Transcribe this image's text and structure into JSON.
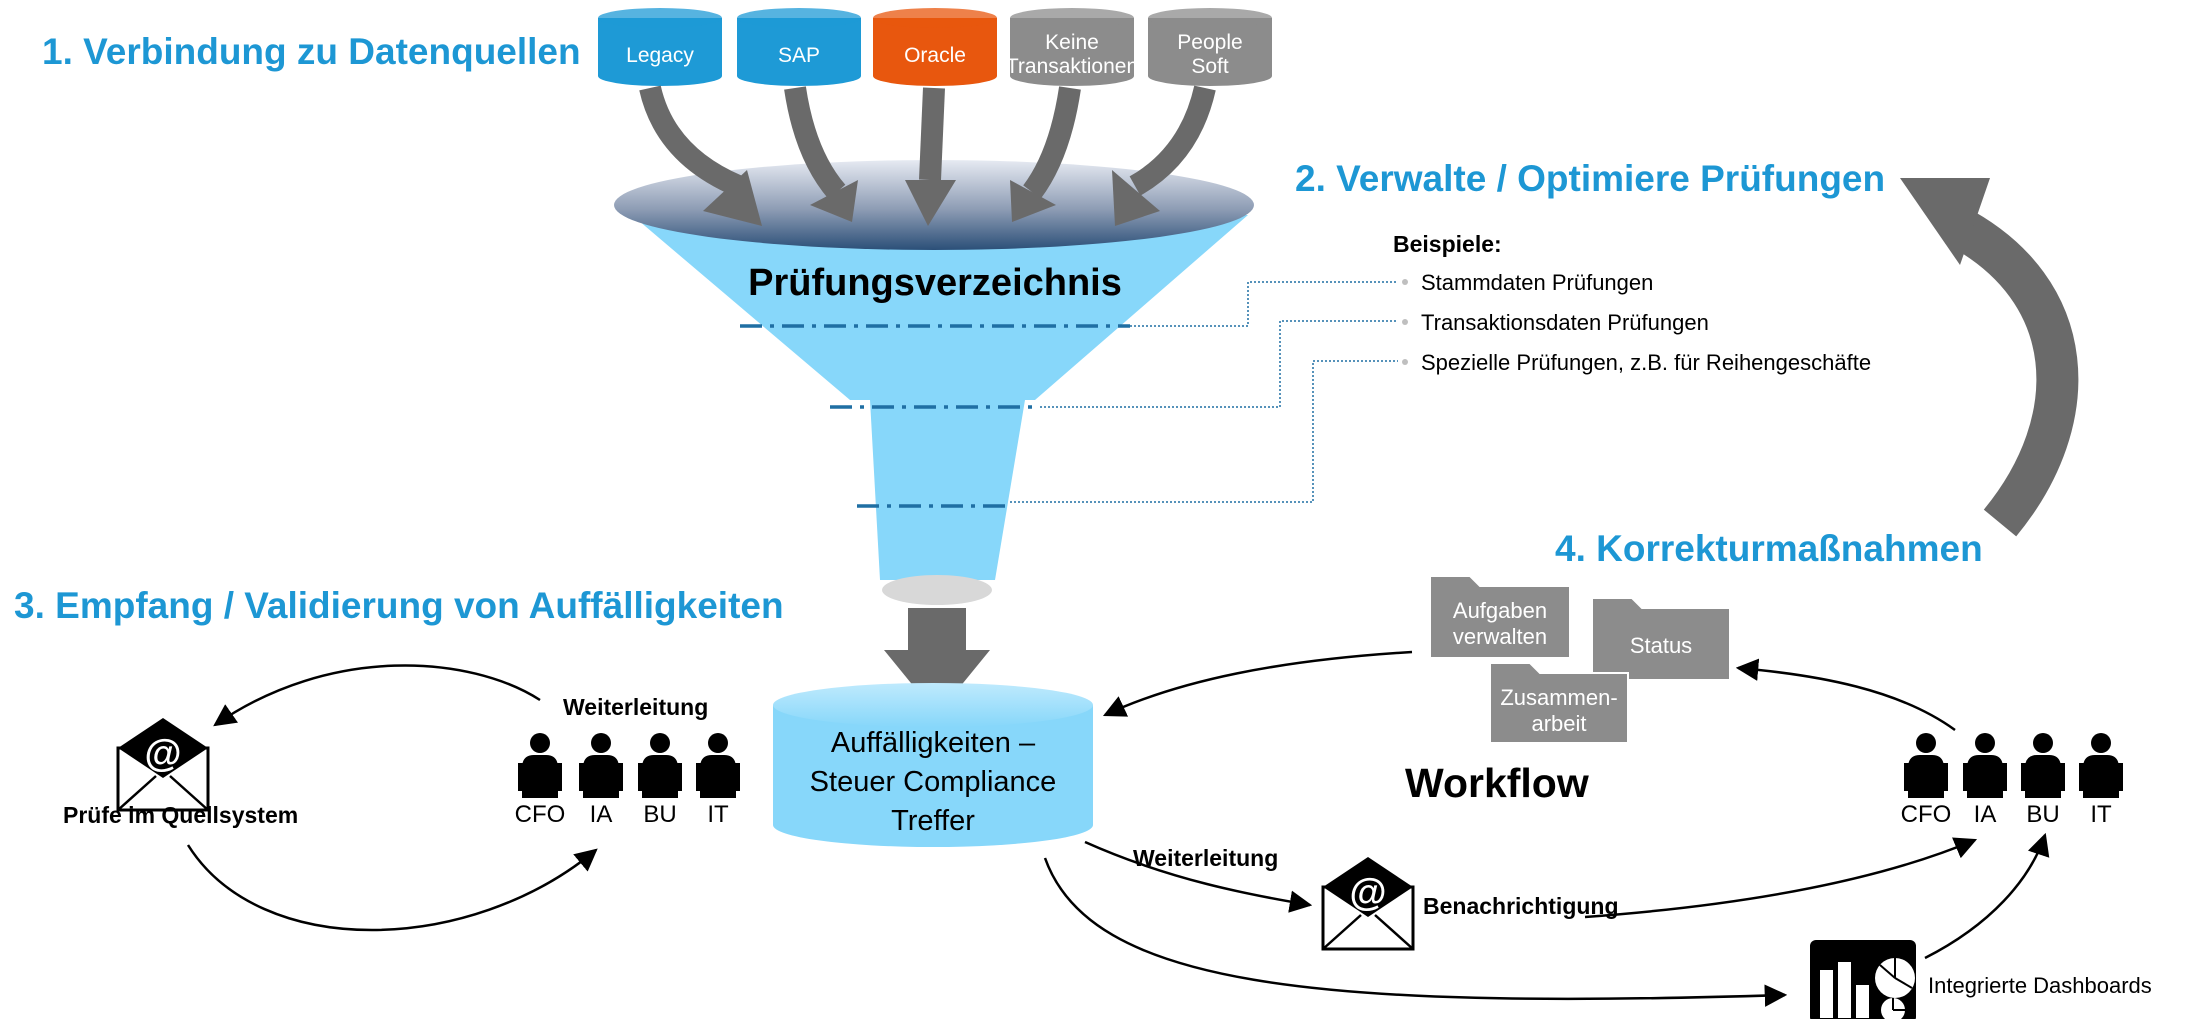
{
  "headings": {
    "step1": "1. Verbindung zu Datenquellen",
    "step2": "2. Verwalte / Optimiere Prüfungen",
    "step3": "3. Empfang / Validierung von Auffälligkeiten",
    "step4": "4. Korrekturmaßnahmen"
  },
  "sources": [
    {
      "lines": [
        "Legacy"
      ],
      "color": "#1e9ad6"
    },
    {
      "lines": [
        "SAP"
      ],
      "color": "#1e9ad6"
    },
    {
      "lines": [
        "Oracle"
      ],
      "color": "#e8570e"
    },
    {
      "lines": [
        "Keine",
        "Transaktionen"
      ],
      "color": "#8c8c8c"
    },
    {
      "lines": [
        "People",
        "Soft"
      ],
      "color": "#8c8c8c"
    }
  ],
  "funnel": {
    "title": "Prüfungsverzeichnis"
  },
  "examples": {
    "title": "Beispiele:",
    "items": [
      "Stammdaten Prüfungen",
      "Transaktionsdaten Prüfungen",
      "Spezielle Prüfungen, z.B. für Reihengeschäfte"
    ]
  },
  "hits": {
    "lines": [
      "Auffälligkeiten –",
      "Steuer Compliance",
      "Treffer"
    ]
  },
  "left_group": {
    "forward_label": "Weiterleitung",
    "roles": [
      "CFO",
      "IA",
      "BU",
      "IT"
    ],
    "check_label": "Prüfe im Quellsystem"
  },
  "workflow": {
    "title": "Workflow",
    "folders": [
      [
        "Aufgaben",
        "verwalten"
      ],
      [
        "Status"
      ],
      [
        "Zusammen-",
        "arbeit"
      ]
    ]
  },
  "right_group": {
    "roles": [
      "CFO",
      "IA",
      "BU",
      "IT"
    ]
  },
  "notification": {
    "forward_label": "Weiterleitung",
    "label": "Benachrichtigung"
  },
  "dashboards": {
    "label": "Integrierte Dashboards"
  },
  "colors": {
    "accent_blue": "#1d97d4",
    "funnel_blue": "#87d7fa",
    "cylinder_blue": "#87d7fa",
    "arrow_gray": "#6a6a6a",
    "folder_gray": "#8c8c8c",
    "dash_blue": "#1f6fa3"
  }
}
